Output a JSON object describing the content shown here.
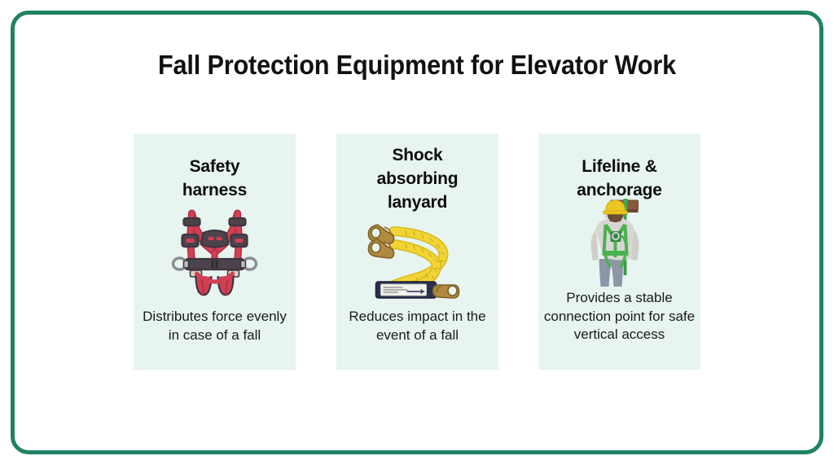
{
  "slide": {
    "title": "Fall Protection Equipment for Elevator Work",
    "background_color": "#ffffff",
    "frame_color": "#1f8265",
    "card_background_color": "#e7f4ef"
  },
  "cards": [
    {
      "title": "Safety\nharness",
      "title_line1": "Safety",
      "title_line2": "harness",
      "image_name": "safety-harness-illustration",
      "description": "Distributes force evenly in case of a fall",
      "colors": {
        "strap": "#d24055",
        "strap_dark": "#b32f45",
        "hardware": "#4c434d",
        "connector": "#ded3c4",
        "dring": "#bfbfc4"
      }
    },
    {
      "title": "Shock\nabsorbing\nlanyard",
      "title_line1": "Shock",
      "title_line2": "absorbing",
      "title_line3": "lanyard",
      "image_name": "shock-absorbing-lanyard-photo",
      "description": "Reduces impact in the event of a fall",
      "colors": {
        "webbing": "#f2d535",
        "webbing_dark": "#d8b91f",
        "hook": "#b08a3e",
        "hook_dark": "#8a6a2c",
        "pack": "#2b3050",
        "label": "#f2f2ee"
      }
    },
    {
      "title": "Lifeline &\nanchorage",
      "title_line1": "Lifeline &",
      "title_line2": "anchorage",
      "image_name": "lifeline-anchorage-photo",
      "description": "Provides a stable connection point for safe vertical access",
      "colors": {
        "beam": "#8a5a3c",
        "lifeline": "#3faa52",
        "harness": "#49b24f",
        "helmet": "#edc521",
        "shirt": "#d8d6d2",
        "pants": "#8d96a6"
      }
    }
  ]
}
